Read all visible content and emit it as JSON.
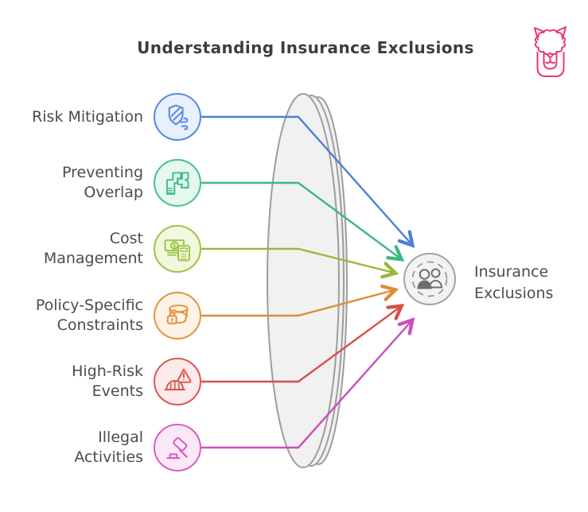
{
  "title": "Understanding Insurance Exclusions",
  "brand": {
    "logo": "alpaca",
    "color": "#e9386e"
  },
  "diagram": {
    "shape": "funnel-lens",
    "center": {
      "label": "Insurance\nExclusions",
      "icon": "people-group",
      "fill": "#f2f2f2",
      "stroke": "#a3a3a3"
    },
    "items": [
      {
        "label": "Risk Mitigation",
        "icon": "shield-wind",
        "accent": "#4e80d8",
        "circle_fill": "#e8f0fc",
        "circle_stroke": "#5988e2"
      },
      {
        "label": "Preventing\nOverlap",
        "icon": "puzzle-pieces",
        "accent": "#3cb884",
        "circle_fill": "#e6f8ef",
        "circle_stroke": "#45c28c"
      },
      {
        "label": "Cost\nManagement",
        "icon": "cash-calculator",
        "accent": "#95ba3e",
        "circle_fill": "#f1f8df",
        "circle_stroke": "#9fc445",
        "icon_glyph": "$"
      },
      {
        "label": "Policy-Specific\nConstraints",
        "icon": "bucket-lock",
        "accent": "#dd8c35",
        "circle_fill": "#fdf3e6",
        "circle_stroke": "#e2953f"
      },
      {
        "label": "High-Risk\nEvents",
        "icon": "hardhat-warning",
        "accent": "#d6504a",
        "circle_fill": "#fdebeb",
        "circle_stroke": "#db5753"
      },
      {
        "label": "Illegal\nActivities",
        "icon": "gavel",
        "accent": "#cb4dbd",
        "circle_fill": "#fbe8f7",
        "circle_stroke": "#da5cc2"
      }
    ]
  }
}
